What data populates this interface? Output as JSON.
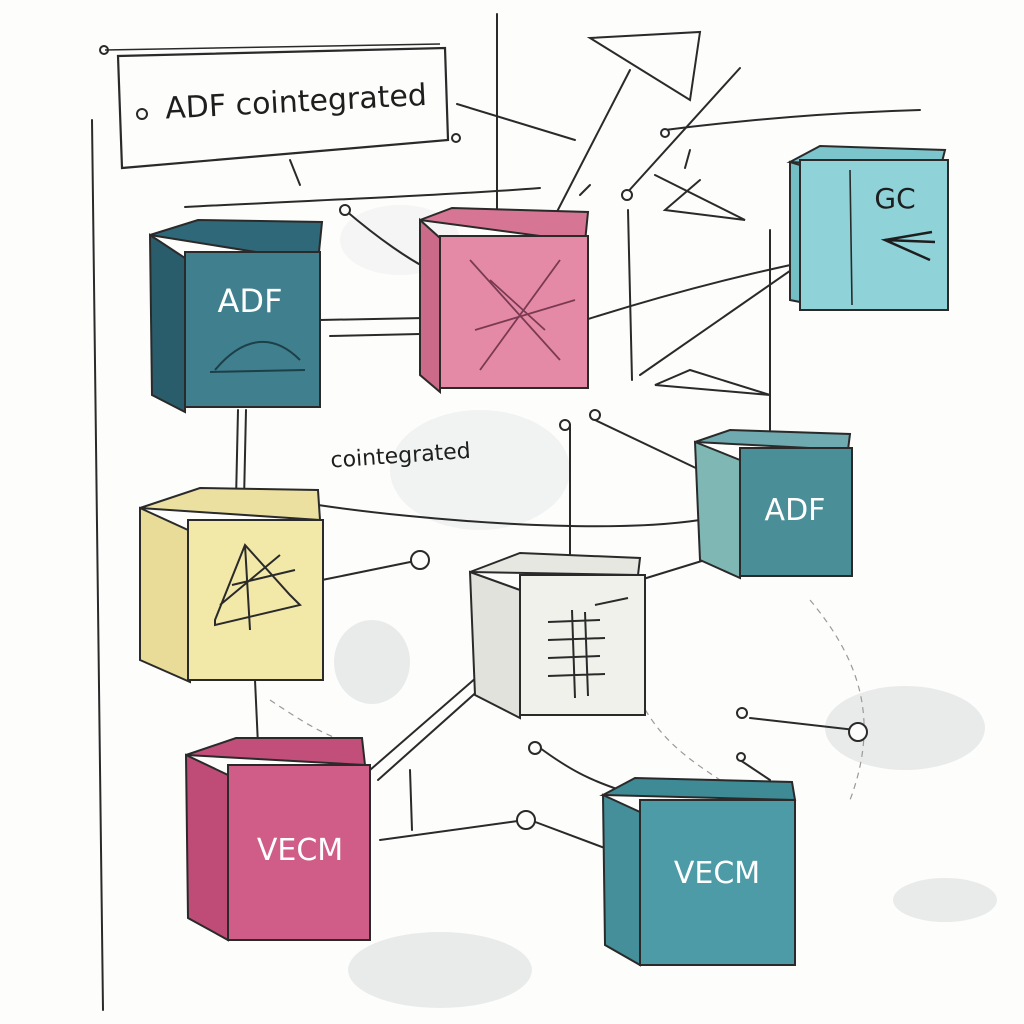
{
  "title_box": {
    "label": "ADF cointegrated"
  },
  "floating_label": "cointegrated",
  "cubes": [
    {
      "id": "adf-top-left",
      "label": "ADF",
      "color": "#3f7f8e"
    },
    {
      "id": "center-pink",
      "label": "",
      "color": "#e58aa6"
    },
    {
      "id": "gc",
      "label": "GC",
      "color": "#8fd3d8"
    },
    {
      "id": "yellow",
      "label": "",
      "color": "#f2e8a8"
    },
    {
      "id": "center-white",
      "label": "",
      "color": "#f1f1ec"
    },
    {
      "id": "adf-right",
      "label": "ADF",
      "color": "#4a8f98"
    },
    {
      "id": "vecm-pink",
      "label": "VECM",
      "color": "#cf5d87"
    },
    {
      "id": "vecm-teal",
      "label": "VECM",
      "color": "#4d9ba6"
    }
  ],
  "colors": {
    "ink": "#2a2a2a",
    "shadow": "#d9dcdc"
  }
}
